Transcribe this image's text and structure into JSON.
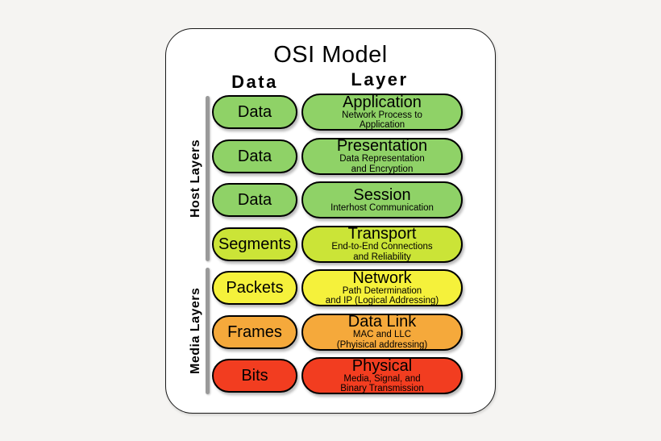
{
  "title": "OSI Model",
  "columns": {
    "data_header": "Data",
    "layer_header": "Layer"
  },
  "groups": {
    "host": {
      "label": "Host Layers"
    },
    "media": {
      "label": "Media Layers"
    }
  },
  "colors": {
    "green": "#8FD267",
    "yellow_green": "#CBE437",
    "yellow": "#F5F13B",
    "orange": "#F5A93B",
    "red": "#F23D20",
    "bracket_gray": "#9a9a9a"
  },
  "rows": [
    {
      "unit": "Data",
      "name": "Application",
      "description": "Network Process to\nApplication",
      "color": "#8FD267"
    },
    {
      "unit": "Data",
      "name": "Presentation",
      "description": "Data Representation\nand Encryption",
      "color": "#8FD267"
    },
    {
      "unit": "Data",
      "name": "Session",
      "description": "Interhost Communication",
      "color": "#8FD267"
    },
    {
      "unit": "Segments",
      "name": "Transport",
      "description": "End-to-End Connections\nand Reliability",
      "color": "#CBE437"
    },
    {
      "unit": "Packets",
      "name": "Network",
      "description": "Path Determination\nand IP (Logical Addressing)",
      "color": "#F5F13B"
    },
    {
      "unit": "Frames",
      "name": "Data Link",
      "description": "MAC and LLC\n(Phyisical addressing)",
      "color": "#F5A93B"
    },
    {
      "unit": "Bits",
      "name": "Physical",
      "description": "Media, Signal, and\nBinary Transmission",
      "color": "#F23D20"
    }
  ]
}
